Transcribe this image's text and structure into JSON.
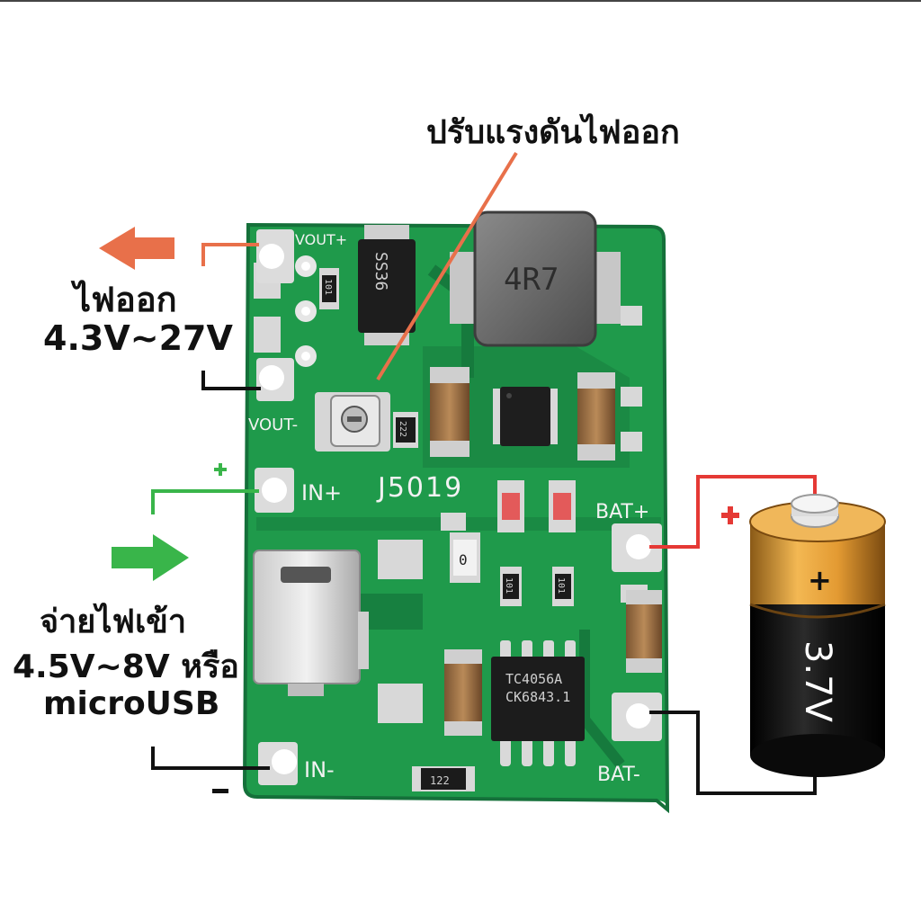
{
  "annotations": {
    "adjust_output": "ปรับแรงดันไฟออก",
    "output_title": "ไฟออก",
    "output_range": "4.3V~27V",
    "input_title": "จ่ายไฟเข้า",
    "input_range": "4.5V~8V หรือ",
    "input_usb": "microUSB",
    "plus_sign": "+",
    "minus_sign": "-"
  },
  "board": {
    "model": "J5019",
    "vout_plus": "VOUT+",
    "vout_minus": "VOUT-",
    "in_plus": "IN+",
    "in_minus": "IN-",
    "bat_plus": "BAT+",
    "bat_minus": "BAT-",
    "inductor_marking": "4R7",
    "diode_marking": "SS36",
    "ic_marking_line1": "TC4056A",
    "ic_marking_line2": "CK6843.1",
    "resistor_101": "101",
    "resistor_222": "222",
    "resistor_122": "122",
    "resistor_0": "0",
    "potentiometer_label": "trimmer"
  },
  "battery": {
    "voltage": "3.7V",
    "plus_mark": "+"
  },
  "colors": {
    "pcb_green": "#1f9a4b",
    "output_wire": "#e8704a",
    "input_wire": "#39b54a",
    "battery_positive_wire": "#e53935",
    "negative_wire": "#111111",
    "battery_gold": "#e3a138",
    "battery_black": "#111111"
  },
  "icons": {
    "output_arrow": "arrow-left-icon",
    "input_arrow": "arrow-right-icon"
  }
}
